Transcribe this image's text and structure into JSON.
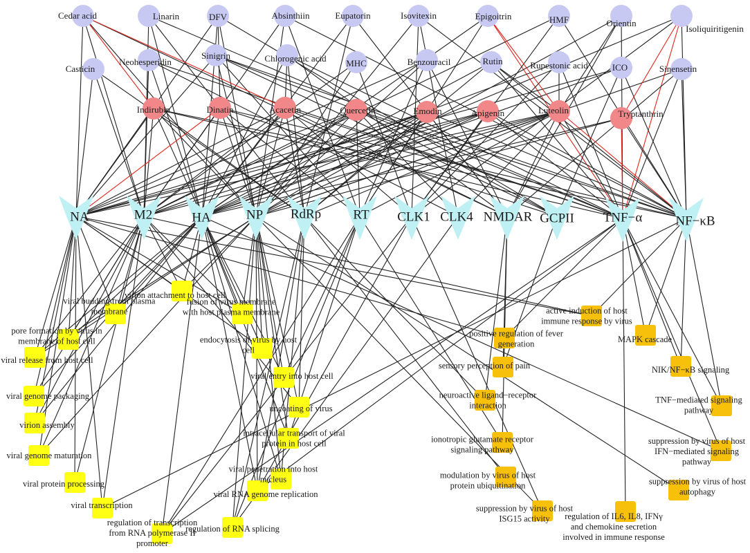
{
  "colors": {
    "edge_default": "#222222",
    "edge_highlight": "#e0251c",
    "compound_herb": "#c8c9f2",
    "compound_core": "#f2878a",
    "target": "#bff0f3",
    "process_virus": "#ffff14",
    "process_host": "#f7c00a"
  },
  "herb_compounds": [
    "Cedar acid",
    "Linarin",
    "DFV",
    "Absinthiin",
    "Eupatorin",
    "Isovitexin",
    "Epigoitrin",
    "HMF",
    "Orientin",
    "Isoliquiritigenin",
    "Casticin",
    "Neohesperidin",
    "Sinigrin",
    "Chlorogenic acid",
    "MHC",
    "Benzouracil",
    "Rutin",
    "Rupestonic acid",
    "ICO",
    "Sinensetin"
  ],
  "core_compounds": [
    "Indirubin",
    "Dinatin",
    "Acacetin",
    "Quercetin",
    "Emodin",
    "Apigenin",
    "Luteolin",
    "Tryptanthrin"
  ],
  "targets": [
    "NA",
    "M2",
    "HA",
    "NP",
    "RdRp",
    "RT",
    "CLK1",
    "CLK4",
    "NMDAR",
    "GCPII",
    "TNF−α",
    "NF−κB"
  ],
  "virus_processes": [
    "virion attachment to host cell",
    "viral budding from plasma membrane",
    "fusion of virus membrane with host plasma membrane",
    "pore formation by virus in membrane of host cell",
    "endocytosis of virus by host cell",
    "viral release from host cell",
    "viral entry into host cell",
    "viral genome packaging",
    "uncoating of virus",
    "virion assembly",
    "intracellular transport of viral protein in host cell",
    "viral genome maturation",
    "viral penetration into host nucleus",
    "viral protein processing",
    "viral RNA genome replication",
    "viral transcription",
    "regulation of RNA splicing",
    "regulation of transcription from RNA polymerase II promoter"
  ],
  "host_processes": [
    "active induction of host immune response by virus",
    "positive regulation of fever generation",
    "MAPK cascade",
    "sensory perception of pain",
    "NIK/NF−κB signaling",
    "neuroactive ligand−receptor interaction",
    "TNF−mediated signaling pathway",
    "ionotropic glutamate receptor signaling pathway",
    "suppression by virus of host IFN−mediated signaling pathway",
    "modulation by virus of host protein ubiquitination",
    "suppression by virus of host autophagy",
    "suppression by virus of host ISG15 activity",
    "regulation of IL6, IL8, IFNγ and chemokine secretion involved in immune response"
  ]
}
